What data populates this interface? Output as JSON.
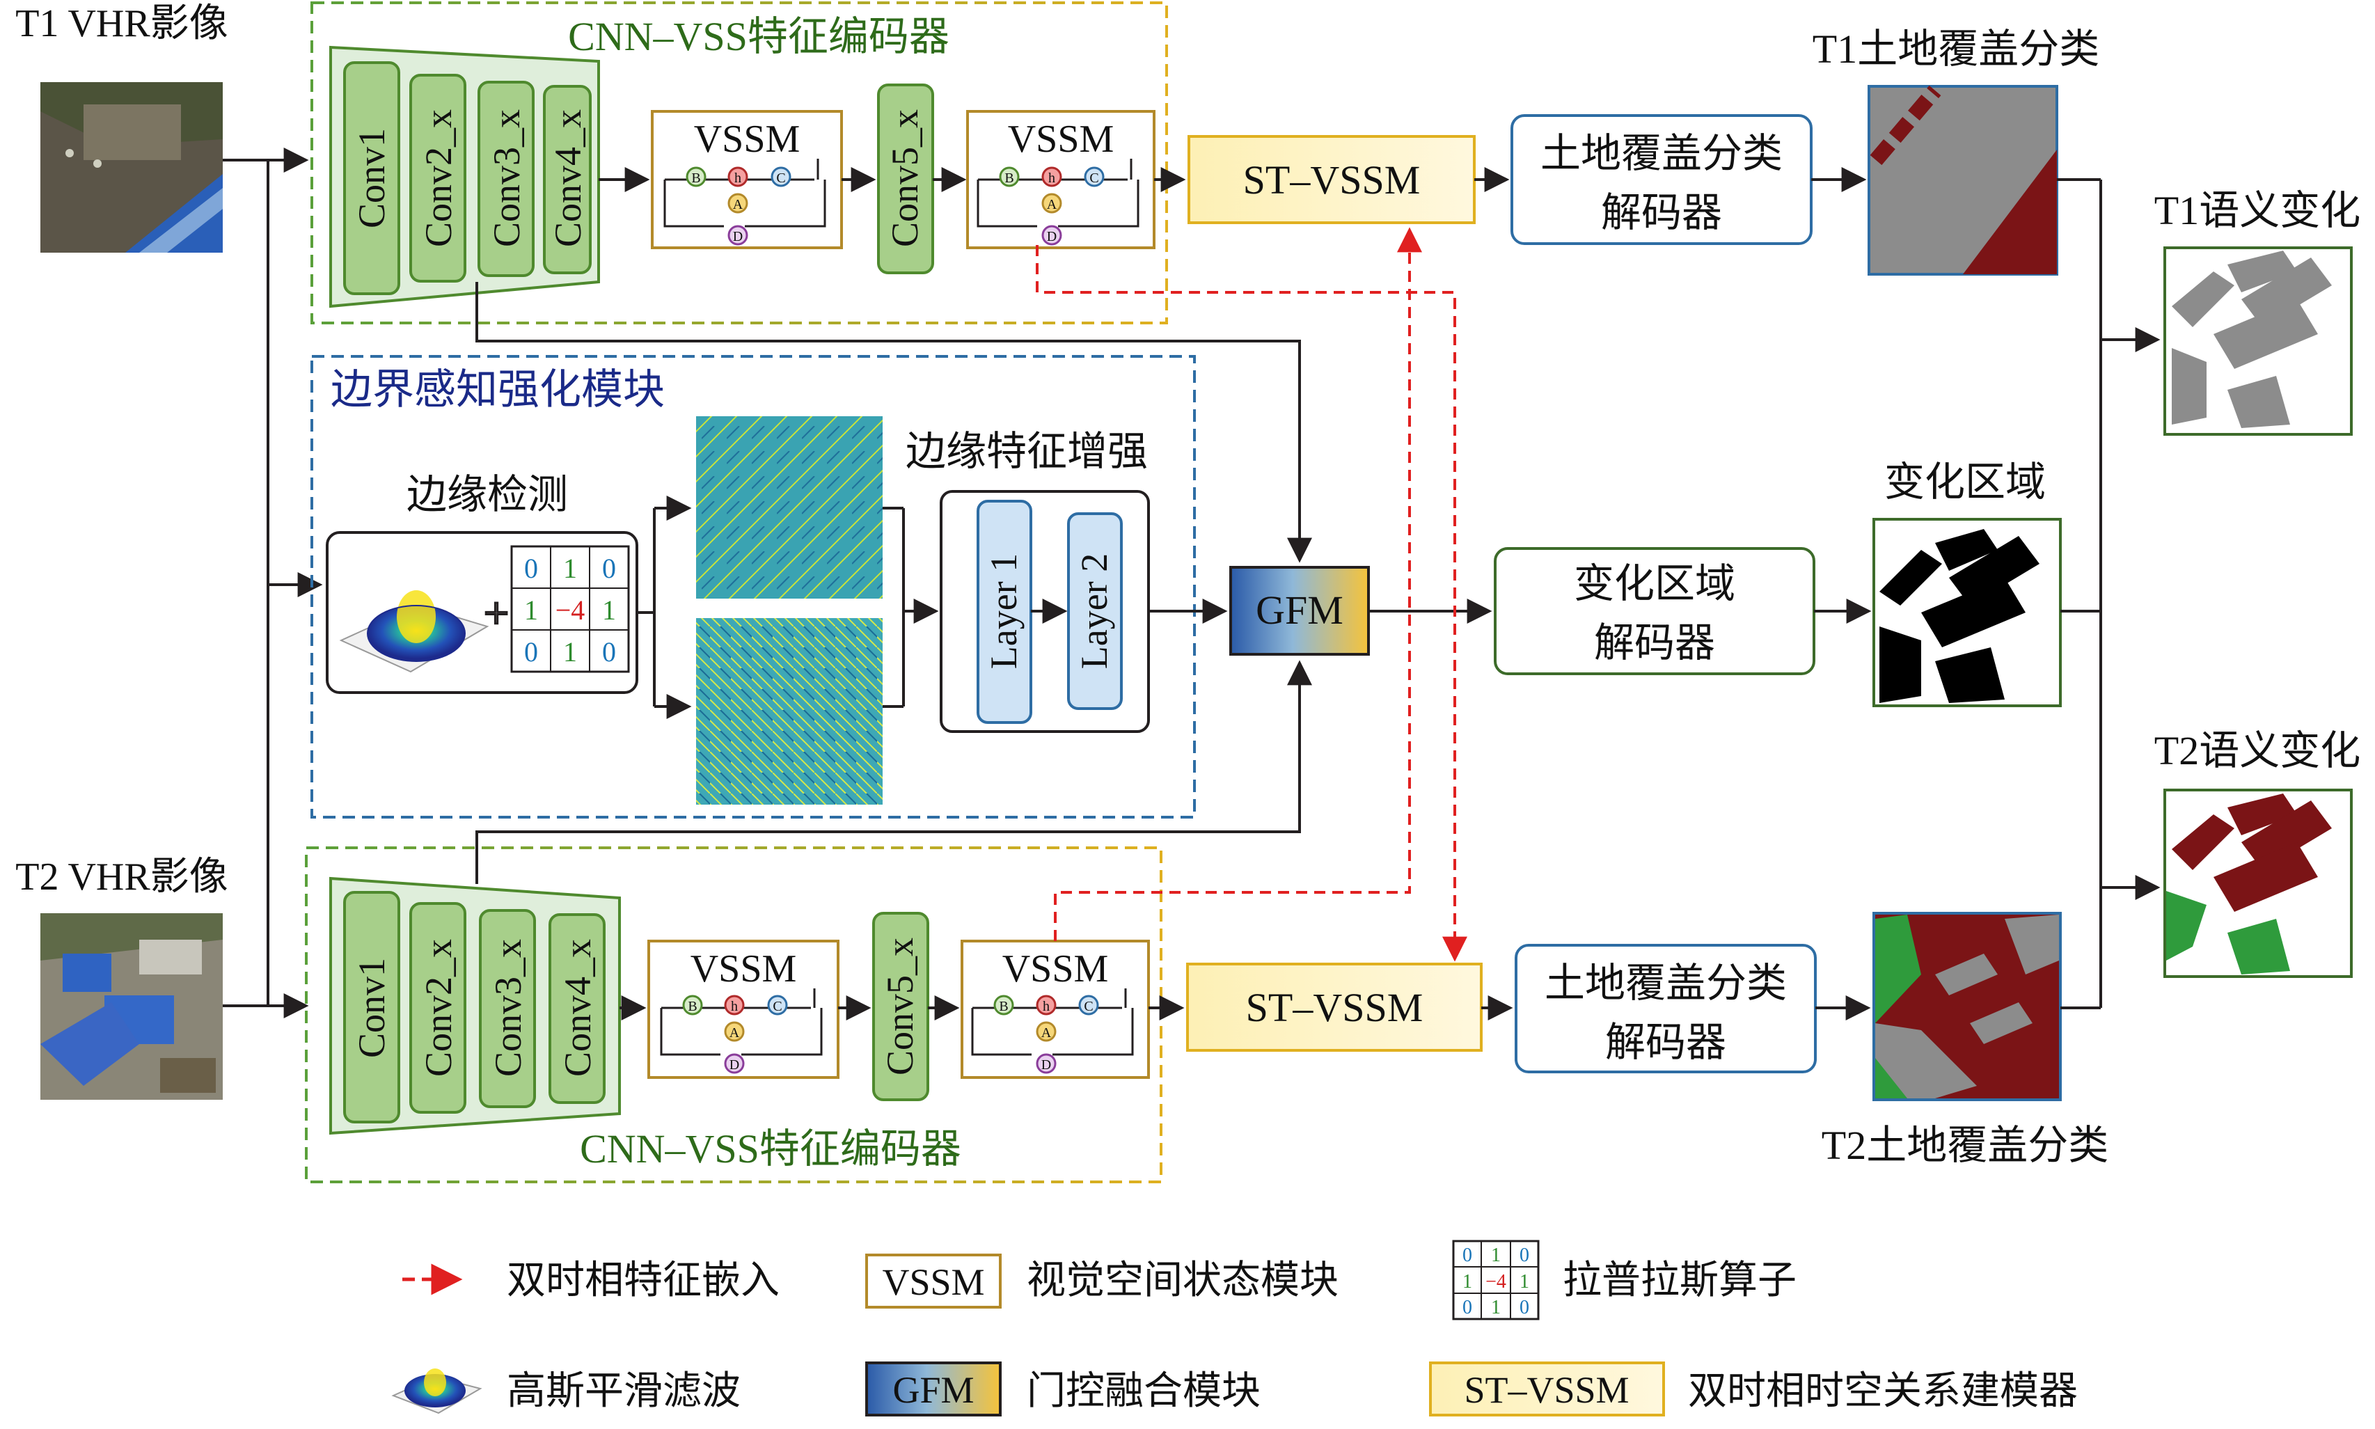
{
  "inputs": {
    "t1": "T1 VHR影像",
    "t2": "T2 VHR影像"
  },
  "encoders": {
    "title": "CNN–VSS特征编码器",
    "conv_blocks": [
      "Conv1",
      "Conv2_x",
      "Conv3_x",
      "Conv4_x"
    ],
    "conv5": "Conv5_x",
    "vssm": "VSSM",
    "vssm_nodes": [
      "B",
      "h",
      "C",
      "A",
      "D"
    ]
  },
  "boundary_module": {
    "title": "边界感知强化模块",
    "edge_detection": "边缘检测",
    "edge_enhance": "边缘特征增强",
    "layers": [
      "Layer 1",
      "Layer 2"
    ],
    "laplacian": [
      "0",
      "1",
      "0",
      "1",
      "−4",
      "1",
      "0",
      "1",
      "0"
    ],
    "plus": "+"
  },
  "fusion": {
    "gfm": "GFM",
    "st_vssm": "ST–VSSM"
  },
  "decoders": {
    "landcover_line1": "土地覆盖分类",
    "landcover_line2": "解码器",
    "change_line1": "变化区域",
    "change_line2": "解码器"
  },
  "outputs": {
    "t1_landcover": "T1土地覆盖分类",
    "t2_landcover": "T2土地覆盖分类",
    "change_area": "变化区域",
    "t1_semantic": "T1语义变化",
    "t2_semantic": "T2语义变化"
  },
  "legend": {
    "bitemporal_embed": "双时相特征嵌入",
    "vssm_key": "VSSM",
    "vssm_desc": "视觉空间状态模块",
    "laplace_desc": "拉普拉斯算子",
    "gauss_desc": "高斯平滑滤波",
    "gfm_key": "GFM",
    "gfm_desc": "门控融合模块",
    "stvssm_key": "ST–VSSM",
    "stvssm_desc": "双时相时空关系建模器"
  },
  "colors": {
    "green_box": "#a7cf8a",
    "green_dark": "#4f8a2e",
    "blue_box": "#cfe3f5",
    "decoder_blue": "#2e6da4",
    "decoder_green": "#3d6b2a",
    "gold": "#d9a53b",
    "cream": "#fdf3c8",
    "red_dash": "#e02020",
    "maroon": "#7b1416",
    "gray_class": "#8c8c8c",
    "green_class": "#2f9b3c"
  }
}
